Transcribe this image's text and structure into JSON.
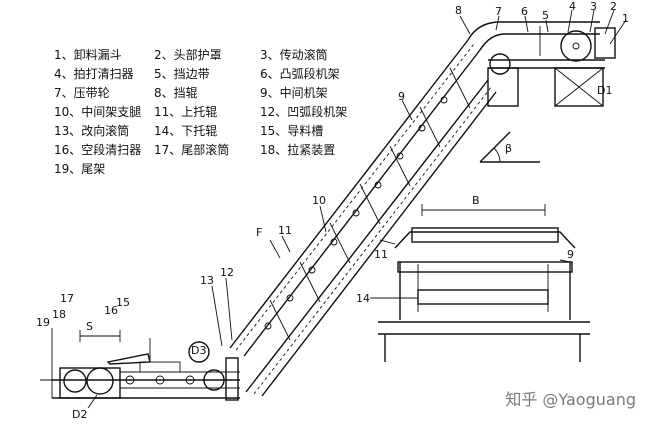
{
  "legend": [
    "1、卸料漏斗",
    "2、头部护罩",
    "3、传动滚筒",
    "4、拍打清扫器",
    "5、挡边带",
    "6、凸弧段机架",
    "7、压带轮",
    "8、挡辊",
    "9、中间机架",
    "10、中间架支腿",
    "11、上托辊",
    "12、凹弧段机架",
    "13、改向滚筒",
    "14、下托辊",
    "15、导料槽",
    "16、空段清扫器",
    "17、尾部滚筒",
    "18、拉紧装置",
    "19、尾架"
  ],
  "labels": {
    "n1": "1",
    "n2": "2",
    "n3": "3",
    "n4": "4",
    "n5": "5",
    "n6": "6",
    "n7": "7",
    "n8": "8",
    "n9": "9",
    "n9b": "9",
    "n10": "10",
    "n11": "11",
    "n11b": "11",
    "n12": "12",
    "n13": "13",
    "n14": "14",
    "n15": "15",
    "n16": "16",
    "n17": "17",
    "n18": "18",
    "n19": "19",
    "D1": "D1",
    "D2": "D2",
    "D3": "D3",
    "F": "F",
    "S": "S",
    "B": "B",
    "beta": "β"
  },
  "watermark": "知乎 @Yaoguang"
}
